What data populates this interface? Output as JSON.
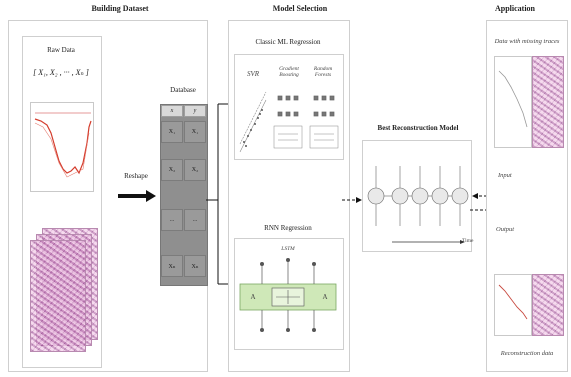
{
  "sections": {
    "building_dataset": "Building Dataset",
    "model_selection": "Model Selection",
    "application": "Application"
  },
  "raw_data": {
    "label": "Raw Data",
    "formula": "[ X₁, X₂ , ··· , Xₙ ]"
  },
  "reshape_label": "Reshape",
  "database": {
    "label": "Database",
    "headers": [
      "x",
      "y"
    ],
    "rows": [
      [
        "X₁",
        "X₁"
      ],
      [
        "X₂",
        "X₂"
      ],
      [
        "...",
        "..."
      ],
      [
        "Xₙ",
        "Xₙ"
      ]
    ]
  },
  "classic_ml": {
    "title": "Classic ML Regression",
    "columns": [
      "SVR",
      "Gradient Boosting",
      "Random Forests"
    ]
  },
  "rnn": {
    "title": "RNN Regression",
    "cell_label": "LSTM",
    "block_label": "A"
  },
  "best_model": {
    "title": "Best Reconstruction Model",
    "time_label": "Time"
  },
  "application": {
    "top_caption": "Data with missing traces",
    "input_label": "Input",
    "output_label": "Output",
    "bottom_caption": "Reconstruction data"
  },
  "colors": {
    "arrow": "#111111",
    "db_cell": "#9a9a9a",
    "lstm_fill": "#cfe8b8",
    "curve_red": "#d43c2c"
  }
}
